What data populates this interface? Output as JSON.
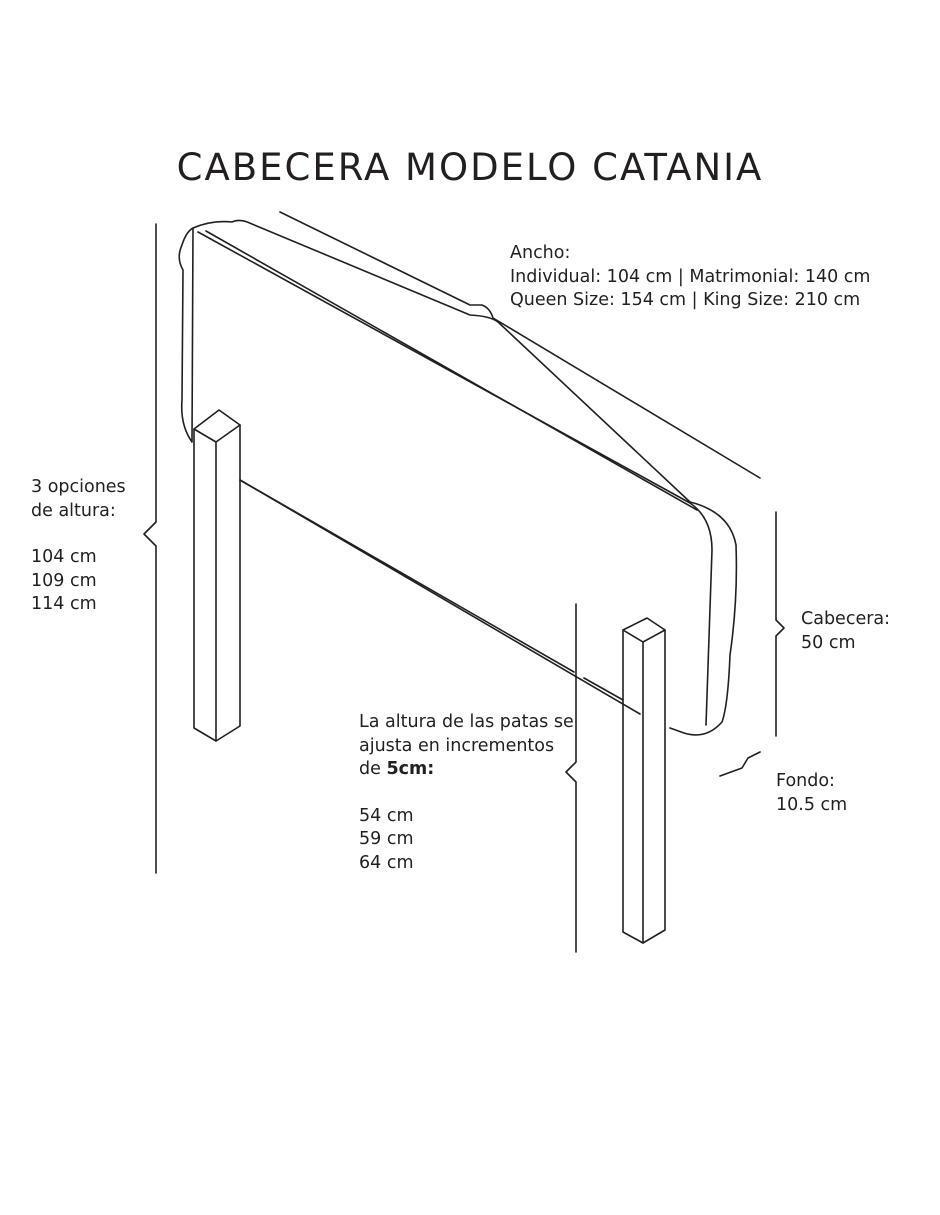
{
  "title": "CABECERA MODELO CATANIA",
  "width": {
    "heading": "Ancho:",
    "line1": "Individual: 104 cm | Matrimonial: 140 cm",
    "line2": "Queen Size: 154 cm | King Size: 210 cm"
  },
  "height": {
    "line1": "3 opciones",
    "line2": "de altura:",
    "options": [
      "104 cm",
      "109 cm",
      "114 cm"
    ]
  },
  "headboard": {
    "heading": "Cabecera:",
    "value": "50 cm"
  },
  "legs": {
    "line1": "La altura de las patas se",
    "line2": "ajusta en incrementos",
    "line3_prefix": "de ",
    "line3_bold": "5cm:",
    "options": [
      "54 cm",
      "59 cm",
      "64 cm"
    ]
  },
  "depth": {
    "heading": "Fondo:",
    "value": "10.5 cm"
  },
  "colors": {
    "line": "#231f20",
    "background": "#ffffff"
  }
}
